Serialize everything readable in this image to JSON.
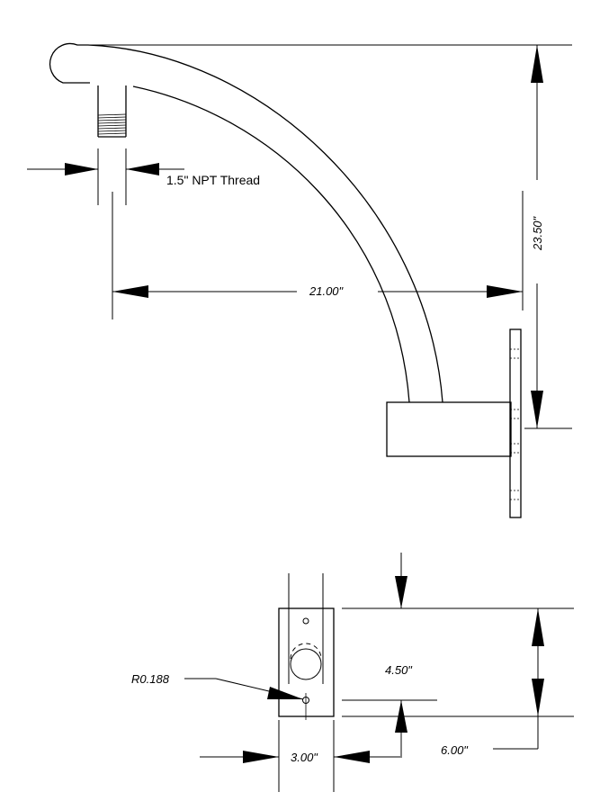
{
  "thread_label": "1.5\" NPT Thread",
  "top_view": {
    "horizontal_dimension": "21.00\"",
    "vertical_dimension": "23.50\""
  },
  "plate_view": {
    "radius_label": "R0.188",
    "hole_spacing": "4.50\"",
    "plate_width": "3.00\"",
    "plate_height": "6.00\""
  }
}
